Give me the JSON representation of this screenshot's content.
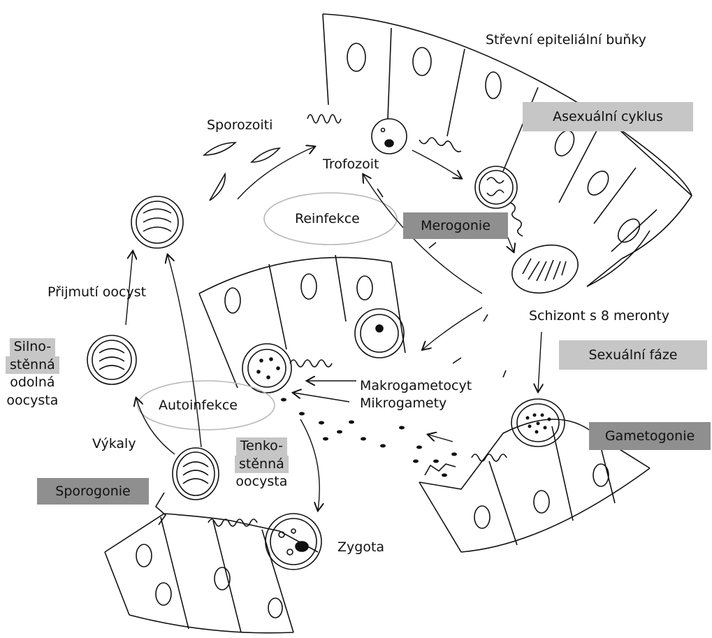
{
  "labels": {
    "intestinal_cells": "Střevní epiteliální buňky",
    "sporozoites": "Sporozoiti",
    "trophozoite": "Trofozoit",
    "reinfection": "Reinfekce",
    "oocyst_intake": "Přijmutí oocyst",
    "schizont": "Schizont s 8 meronty",
    "macrogametocyte": "Makrogametocyt",
    "microgametes": "Mikrogamety",
    "autoinfection": "Autoinfekce",
    "feces": "Výkaly",
    "zygote": "Zygota",
    "thick_oocyst_line1": "Silno-",
    "thick_oocyst_line2": "stěnná",
    "thick_oocyst_line3": "odolná",
    "thick_oocyst_line4": "oocysta",
    "thin_oocyst_line1": "Tenko-",
    "thin_oocyst_line2": "stěnná",
    "thin_oocyst_line3": "oocysta"
  },
  "boxes": {
    "asexual_cycle": "Asexuální cyklus",
    "merogony": "Merogonie",
    "sexual_phase": "Sexuální fáze",
    "gametogony": "Gametogonie",
    "sporogony": "Sporogonie"
  },
  "colors": {
    "light_box": "#c6c6c6",
    "dark_box": "#8f8f8f",
    "ink": "#111111",
    "ellipse_stroke": "#b8b8b8"
  }
}
